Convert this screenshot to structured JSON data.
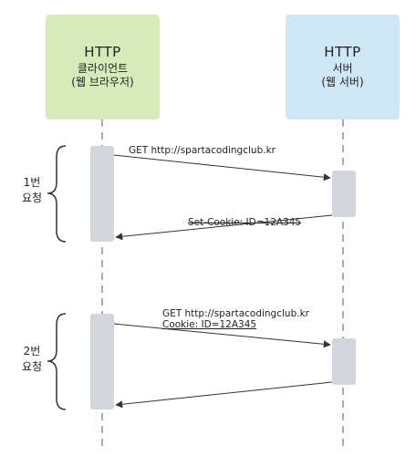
{
  "client": {
    "title": "HTTP",
    "line1": "클라이언트",
    "line2": "(웹 브라우저)"
  },
  "server": {
    "title": "HTTP",
    "line1": "서버",
    "line2": "(웹 서버)"
  },
  "request1": {
    "side_line1": "1번",
    "side_line2": "요청",
    "request_label": "GET http://spartacodingclub.kr",
    "response_label": "Set-Cookie: ID=12A345"
  },
  "request2": {
    "side_line1": "2번",
    "side_line2": "요청",
    "request_label_line1": "GET http://spartacodingclub.kr",
    "request_label_line2": "Cookie: ID=12A345"
  },
  "colors": {
    "client_fill": "#d6ebb9",
    "server_fill": "#cfe6f6",
    "activation_fill": "#d2d6dc",
    "line": "#333333"
  }
}
